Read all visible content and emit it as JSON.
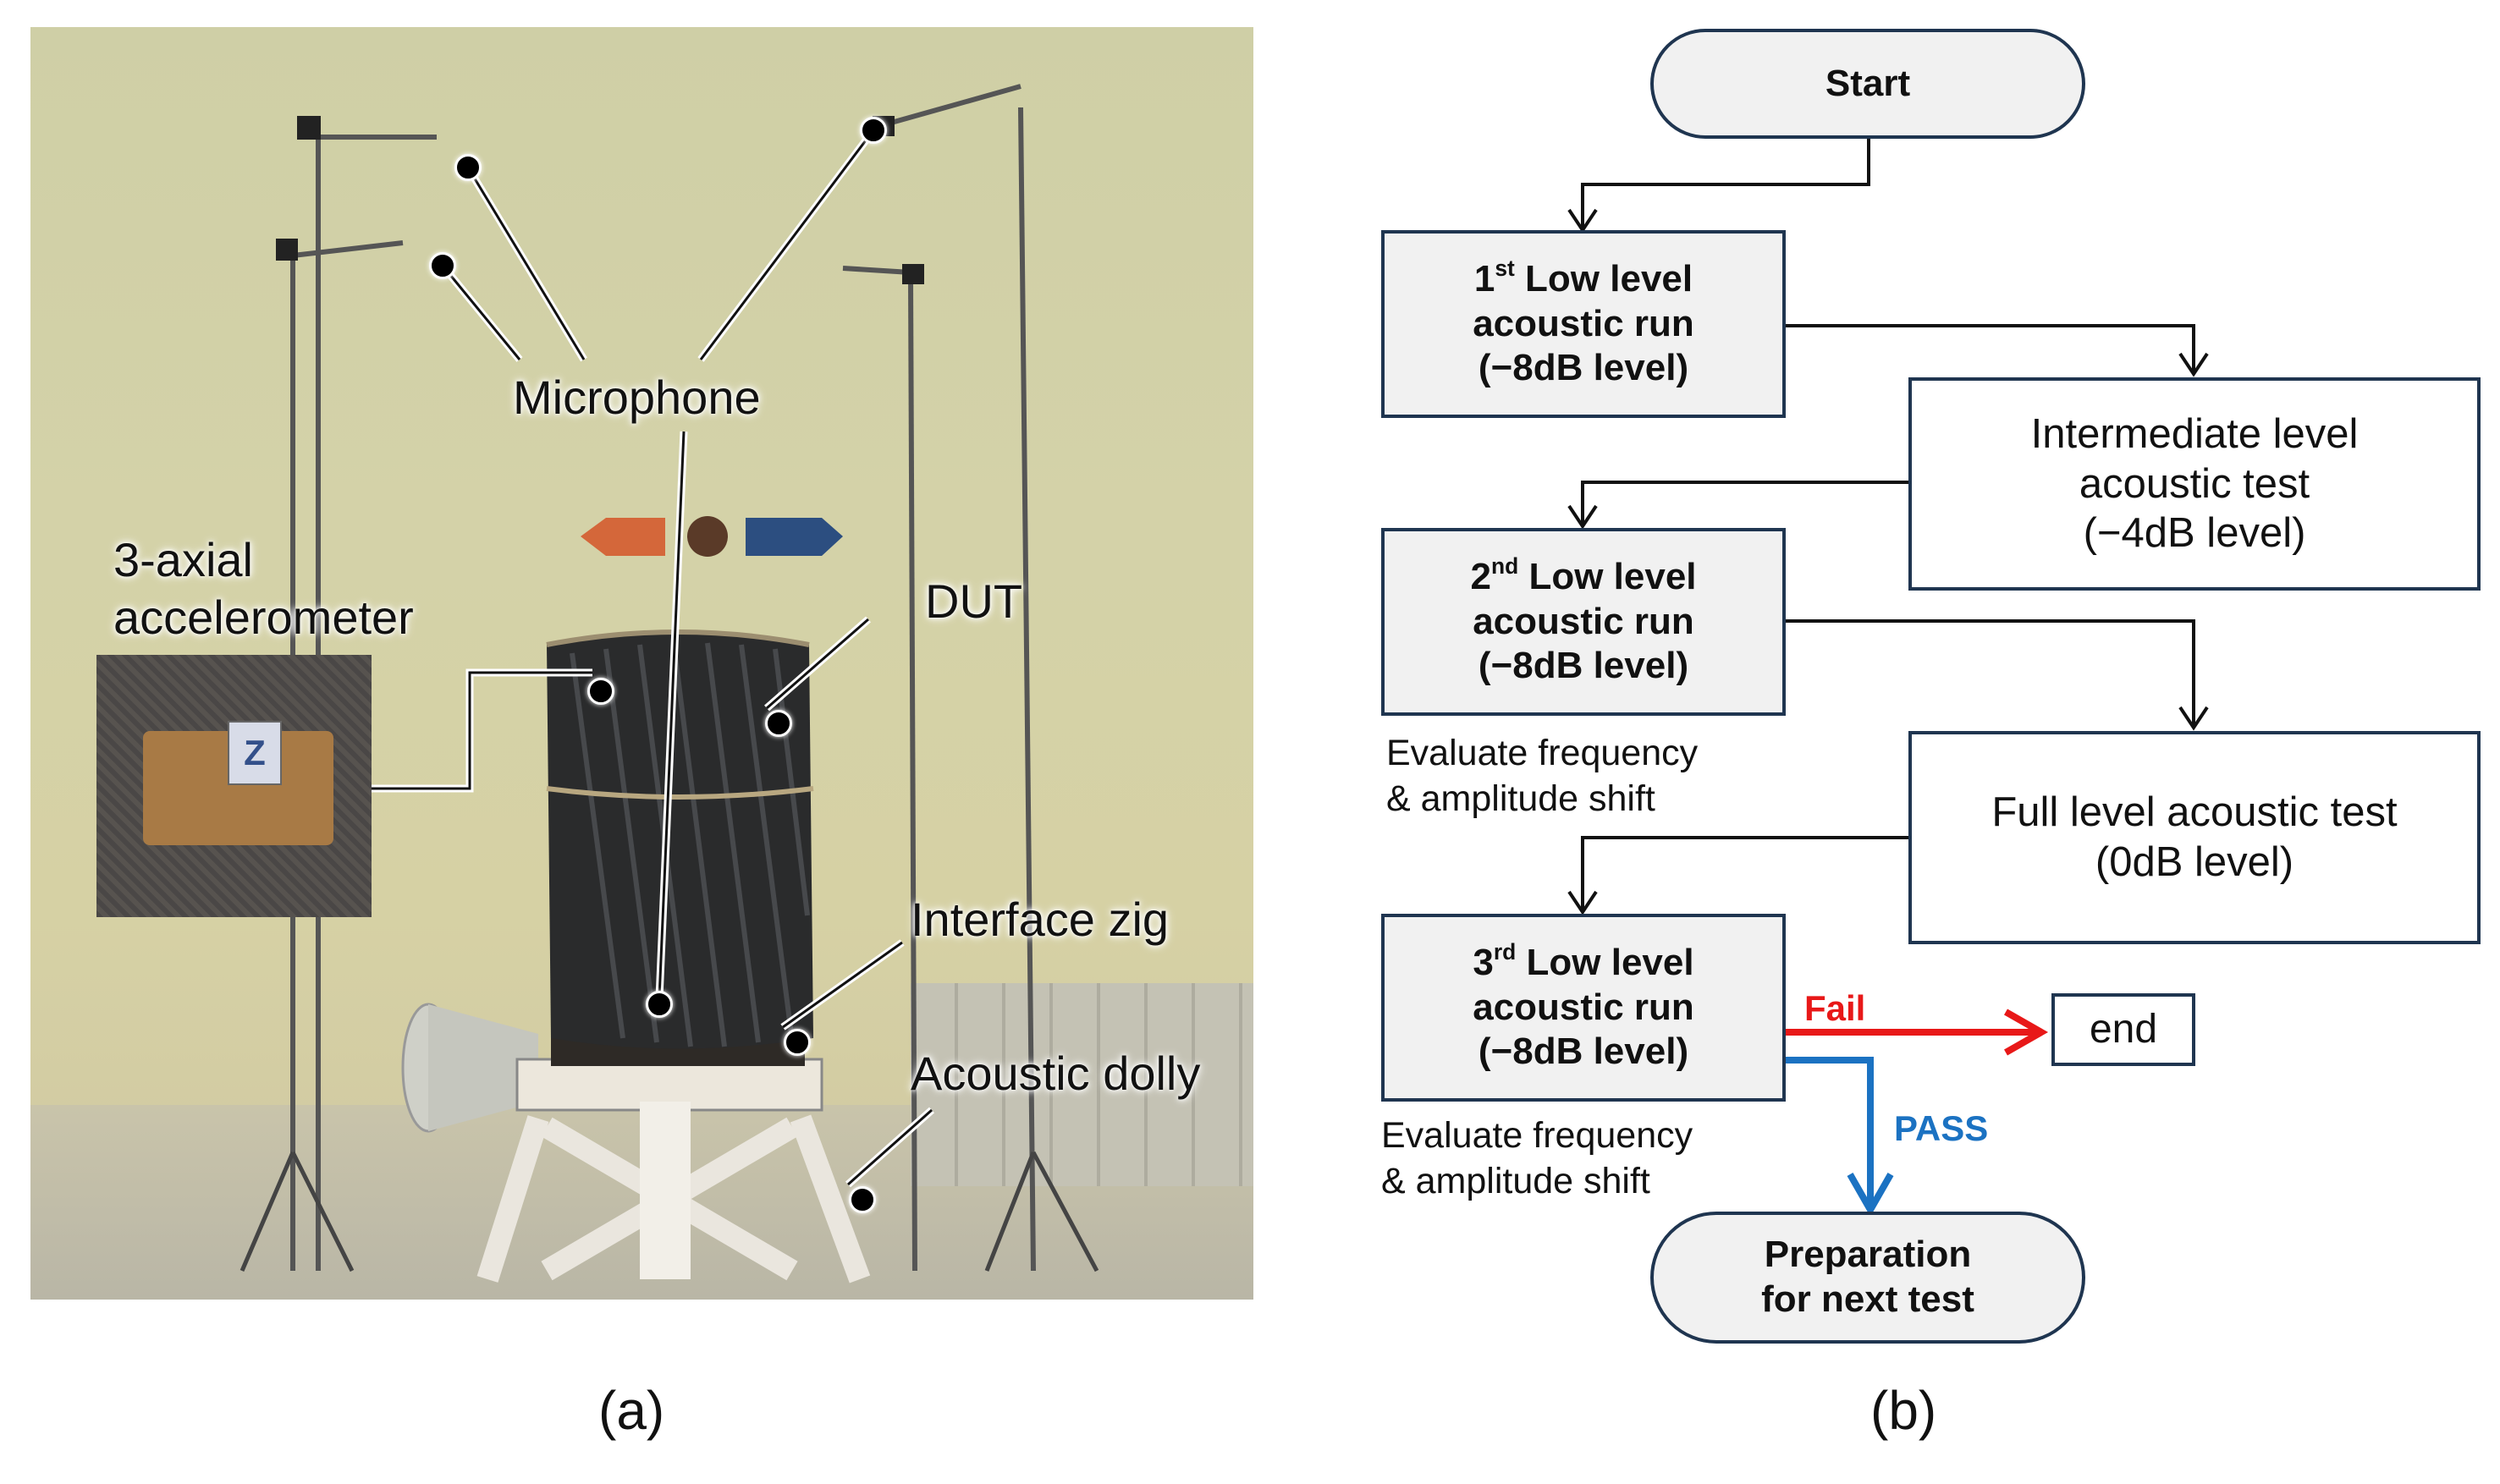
{
  "panel_a": {
    "labels": {
      "microphone": "Microphone",
      "accelerometer_line1": "3-axial",
      "accelerometer_line2": "accelerometer",
      "dut": "DUT",
      "interface_zig": "Interface zig",
      "acoustic_dolly": "Acoustic dolly"
    },
    "caption": "(a)"
  },
  "panel_b": {
    "start": "Start",
    "run1": {
      "ordinal_num": "1",
      "ordinal_sup": "st",
      "title": " Low level",
      "line2": "acoustic run",
      "line3": "(−8dB level)"
    },
    "intermediate": {
      "line1": "Intermediate level",
      "line2": "acoustic test",
      "line3": "(−4dB level)"
    },
    "run2": {
      "ordinal_num": "2",
      "ordinal_sup": "nd",
      "title": " Low level",
      "line2": "acoustic run",
      "line3": "(−8dB level)"
    },
    "note1": {
      "line1": "Evaluate frequency",
      "line2": "& amplitude shift"
    },
    "full": {
      "line1": "Full level acoustic test",
      "line2": "(0dB level)"
    },
    "run3": {
      "ordinal_num": "3",
      "ordinal_sup": "rd",
      "title": " Low level",
      "line2": "acoustic run",
      "line3": "(−8dB level)"
    },
    "fail_label": "Fail",
    "end_label": "end",
    "pass_label": "PASS",
    "note2": {
      "line1": "Evaluate frequency",
      "line2": "& amplitude shift"
    },
    "prep": {
      "line1": "Preparation",
      "line2": "for next test"
    },
    "caption": "(b)"
  },
  "colors": {
    "box_border": "#1f3550",
    "box_fill": "#f1f1f1",
    "fail": "#e81818",
    "pass": "#1b72c2"
  }
}
